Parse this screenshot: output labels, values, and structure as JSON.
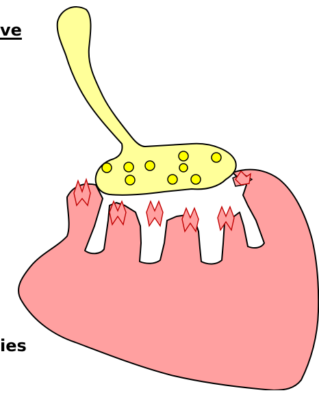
{
  "labels": {
    "top_partial": "ve",
    "bottom_partial": "ies"
  },
  "colors": {
    "background": "#ffffff",
    "nerve_fill": "#ffff99",
    "vesicle_fill": "#ffff00",
    "muscle_fill": "#ffa0a0",
    "fold_stroke": "#c00000",
    "outline": "#000000"
  },
  "vesicles": {
    "count": 9
  },
  "junctional_folds": {
    "count": 6
  }
}
